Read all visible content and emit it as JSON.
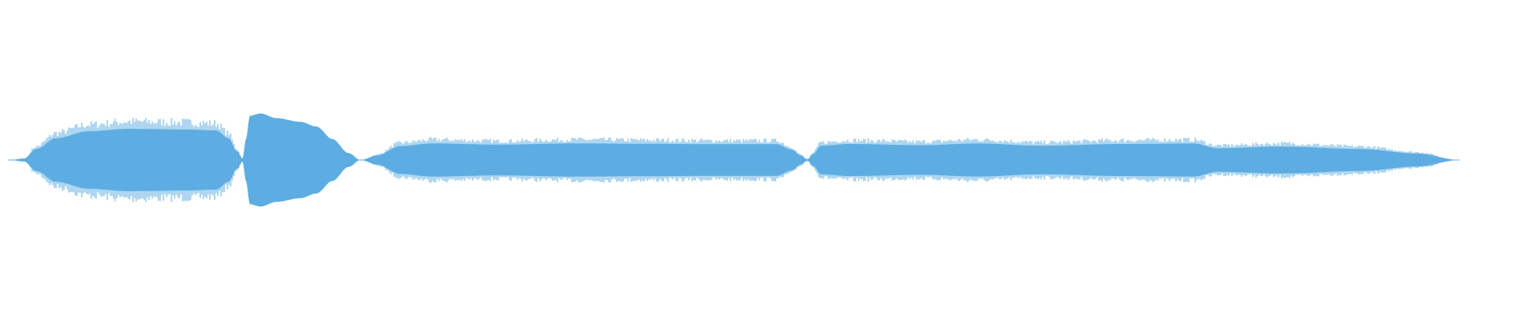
{
  "waveform": {
    "color": "#5dade2",
    "background": "#ffffff",
    "segments": [
      {
        "id": "seg-1",
        "peak": 0.5,
        "texture": "spiky"
      },
      {
        "id": "seg-2",
        "peak": 0.6,
        "texture": "smooth"
      },
      {
        "id": "seg-3",
        "peak": 0.28,
        "texture": "spiky"
      },
      {
        "id": "seg-4",
        "peak": 0.27,
        "texture": "spiky"
      }
    ]
  }
}
